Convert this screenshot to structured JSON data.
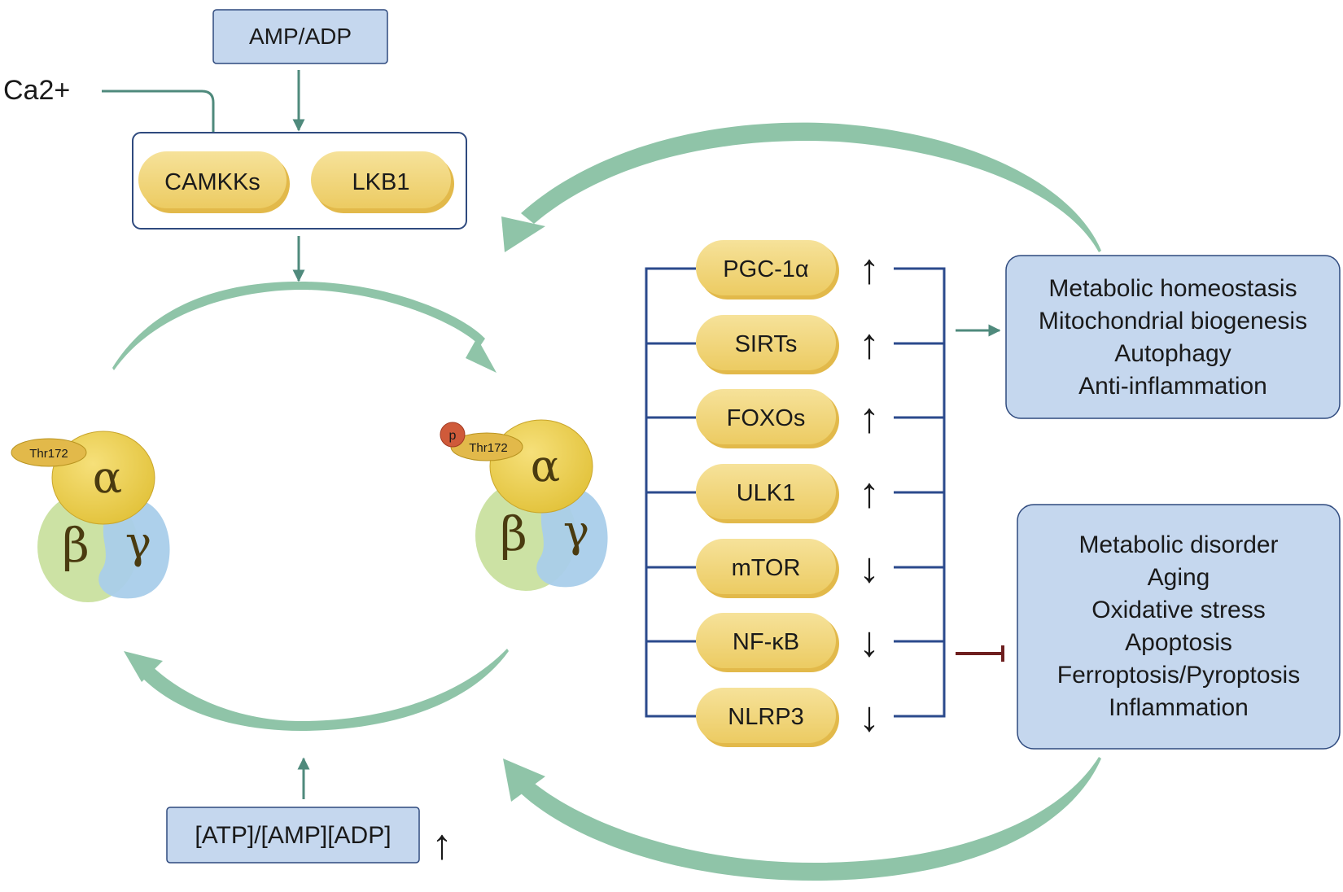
{
  "inputs": {
    "ca": "Ca2+",
    "amp_adp": "AMP/ADP",
    "atp_ratio": "[ATP]/[AMP][ADP]",
    "atp_ratio_arrow": "↑"
  },
  "kinases": {
    "camkks": "CAMKKs",
    "lkb1": "LKB1"
  },
  "ampk": {
    "site": "Thr172",
    "phospho": "p",
    "alpha": "α",
    "beta": "β",
    "gamma": "γ"
  },
  "targets": [
    {
      "label": "PGC-1α",
      "arrow": "↑",
      "direction": "up"
    },
    {
      "label": "SIRTs",
      "arrow": "↑",
      "direction": "up"
    },
    {
      "label": "FOXOs",
      "arrow": "↑",
      "direction": "up"
    },
    {
      "label": "ULK1",
      "arrow": "↑",
      "direction": "up"
    },
    {
      "label": "mTOR",
      "arrow": "↓",
      "direction": "down"
    },
    {
      "label": "NF-κB",
      "arrow": "↓",
      "direction": "down"
    },
    {
      "label": "NLRP3",
      "arrow": "↓",
      "direction": "down"
    }
  ],
  "outcomes": {
    "promoted": [
      "Metabolic homeostasis",
      "Mitochondrial biogenesis",
      "Autophagy",
      "Anti-inflammation"
    ],
    "inhibited": [
      "Metabolic disorder",
      "Aging",
      "Oxidative stress",
      "Apoptosis",
      "Ferroptosis/Pyroptosis",
      "Inflammation"
    ]
  },
  "colors": {
    "pill": "#f1d67a",
    "pill_shadow": "#e2b94a",
    "box_fill": "#c5d7ee",
    "box_stroke": "#2f4a7e",
    "bracket": "#2b4a8c",
    "arrow_teal": "#4f8a7c",
    "cycle_green": "#8fc4a8",
    "up_green": "#3f7a1e",
    "down_red": "#cc1f1f",
    "inhibit": "#6e1f1f"
  }
}
